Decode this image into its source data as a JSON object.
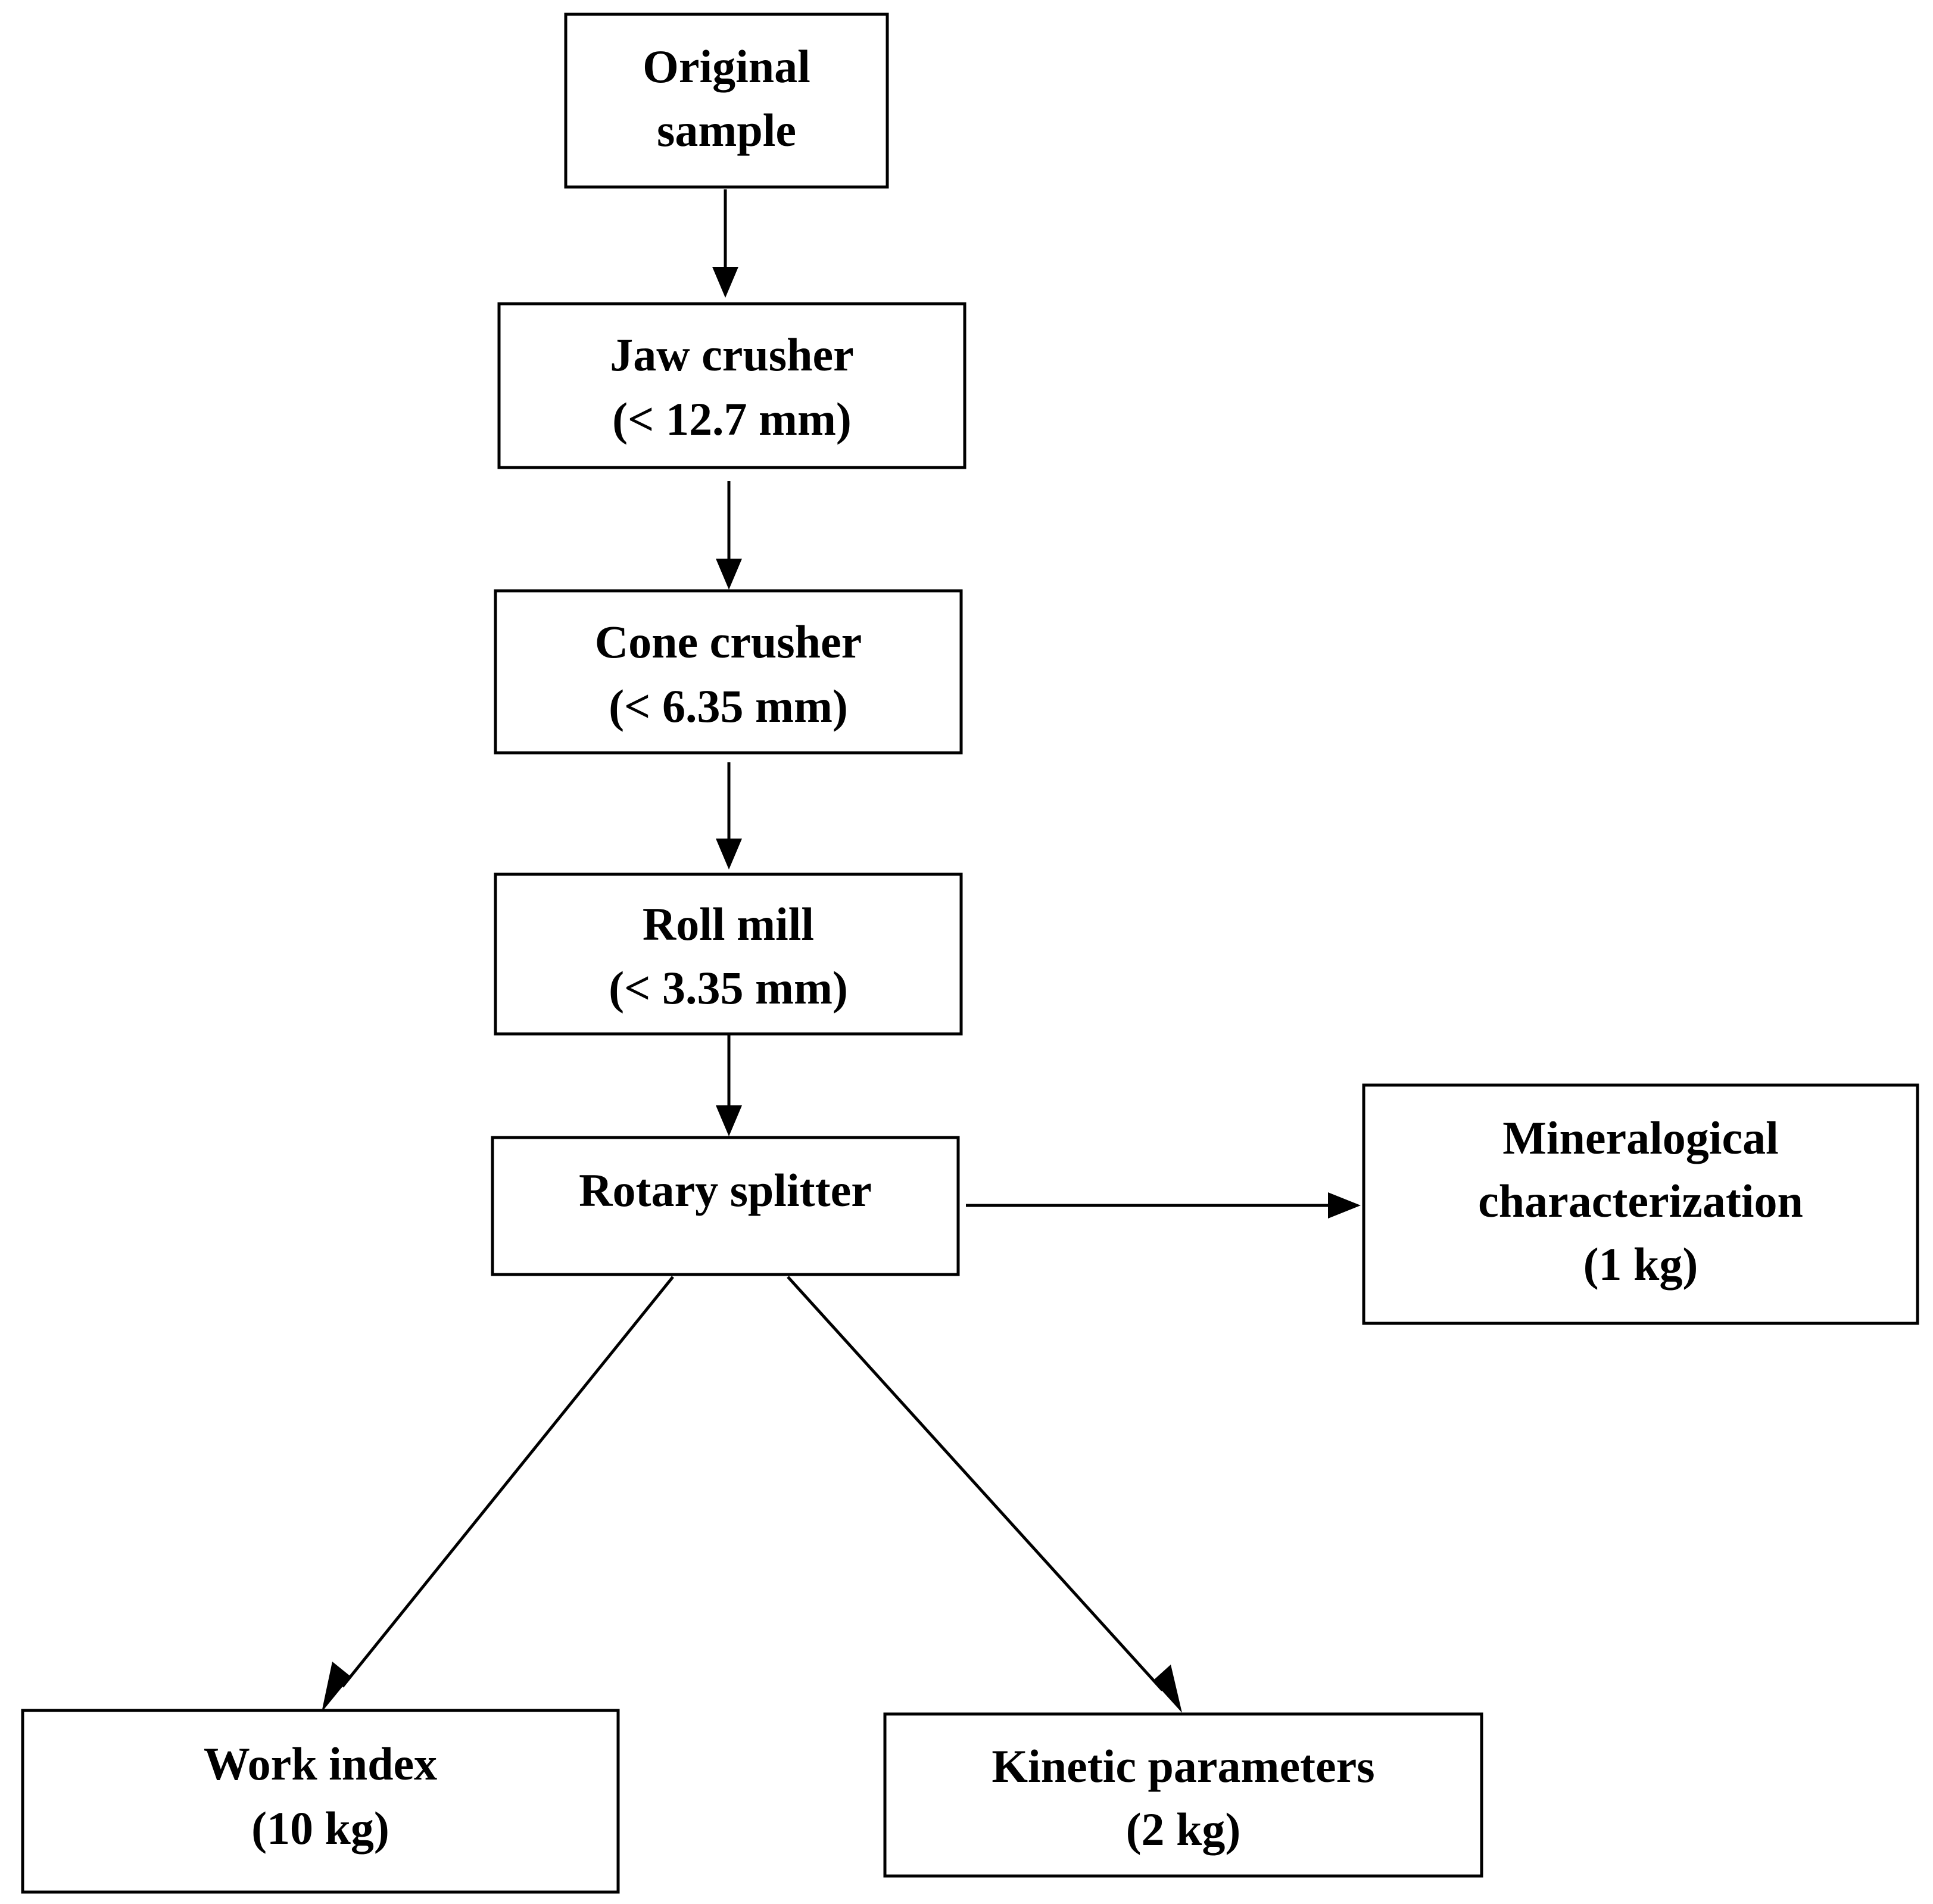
{
  "diagram": {
    "nodes": {
      "original_sample": {
        "lines": [
          "Original",
          "sample"
        ]
      },
      "jaw_crusher": {
        "lines": [
          "Jaw crusher",
          "(< 12.7 mm)"
        ]
      },
      "cone_crusher": {
        "lines": [
          "Cone crusher",
          "(< 6.35 mm)"
        ]
      },
      "roll_mill": {
        "lines": [
          "Roll mill",
          "(< 3.35 mm)"
        ]
      },
      "rotary_splitter": {
        "lines": [
          "Rotary splitter"
        ]
      },
      "mineralogical": {
        "lines": [
          "Mineralogical",
          "characterization",
          "(1 kg)"
        ]
      },
      "work_index": {
        "lines": [
          "Work index",
          "(10 kg)"
        ]
      },
      "kinetic": {
        "lines": [
          "Kinetic parameters",
          "(2 kg)"
        ]
      }
    },
    "edges": [
      {
        "from": "original_sample",
        "to": "jaw_crusher"
      },
      {
        "from": "jaw_crusher",
        "to": "cone_crusher"
      },
      {
        "from": "cone_crusher",
        "to": "roll_mill"
      },
      {
        "from": "roll_mill",
        "to": "rotary_splitter"
      },
      {
        "from": "rotary_splitter",
        "to": "mineralogical"
      },
      {
        "from": "rotary_splitter",
        "to": "work_index"
      },
      {
        "from": "rotary_splitter",
        "to": "kinetic"
      }
    ]
  }
}
